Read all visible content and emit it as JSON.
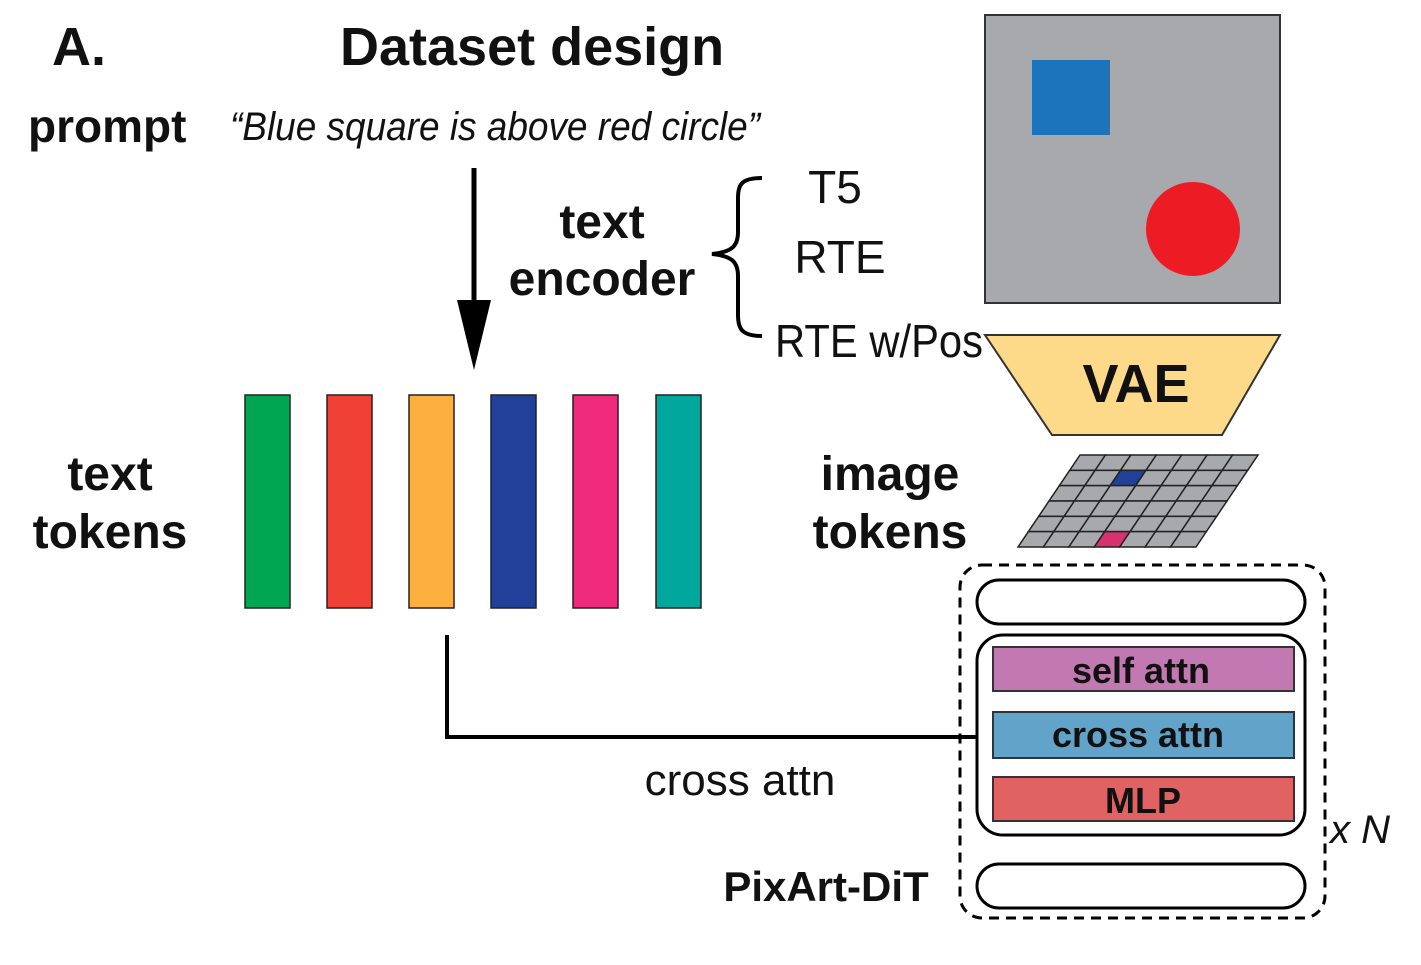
{
  "panel_label": "A.",
  "title": "Dataset design",
  "prompt": {
    "label": "prompt",
    "text": "“Blue square is above red circle”"
  },
  "text_encoder": {
    "label_line1": "text",
    "label_line2": "encoder",
    "options": [
      "T5",
      "RTE",
      "RTE w/Pos"
    ]
  },
  "text_tokens": {
    "label_line1": "text",
    "label_line2": "tokens",
    "colors": [
      "#00a651",
      "#ef4136",
      "#fbb040",
      "#21409a",
      "#ee2a7b",
      "#00a79d"
    ]
  },
  "image": {
    "background": "#a7a9ac",
    "square_color": "#1c75bc",
    "circle_color": "#ed1c24"
  },
  "vae": {
    "label": "VAE",
    "color": "#fdd98a"
  },
  "image_tokens": {
    "label_line1": "image",
    "label_line2": "tokens",
    "grid_color": "#a7a9ac",
    "highlight_blue": "#21409a",
    "highlight_pink": "#d6336c"
  },
  "dit": {
    "label": "PixArt-DiT",
    "repeat": "x N",
    "blocks": [
      {
        "label": "self attn",
        "color": "#c278b0"
      },
      {
        "label": "cross attn",
        "color": "#62a3c9"
      },
      {
        "label": "MLP",
        "color": "#e06262"
      }
    ]
  },
  "cross_attn_arrow_label": "cross attn"
}
